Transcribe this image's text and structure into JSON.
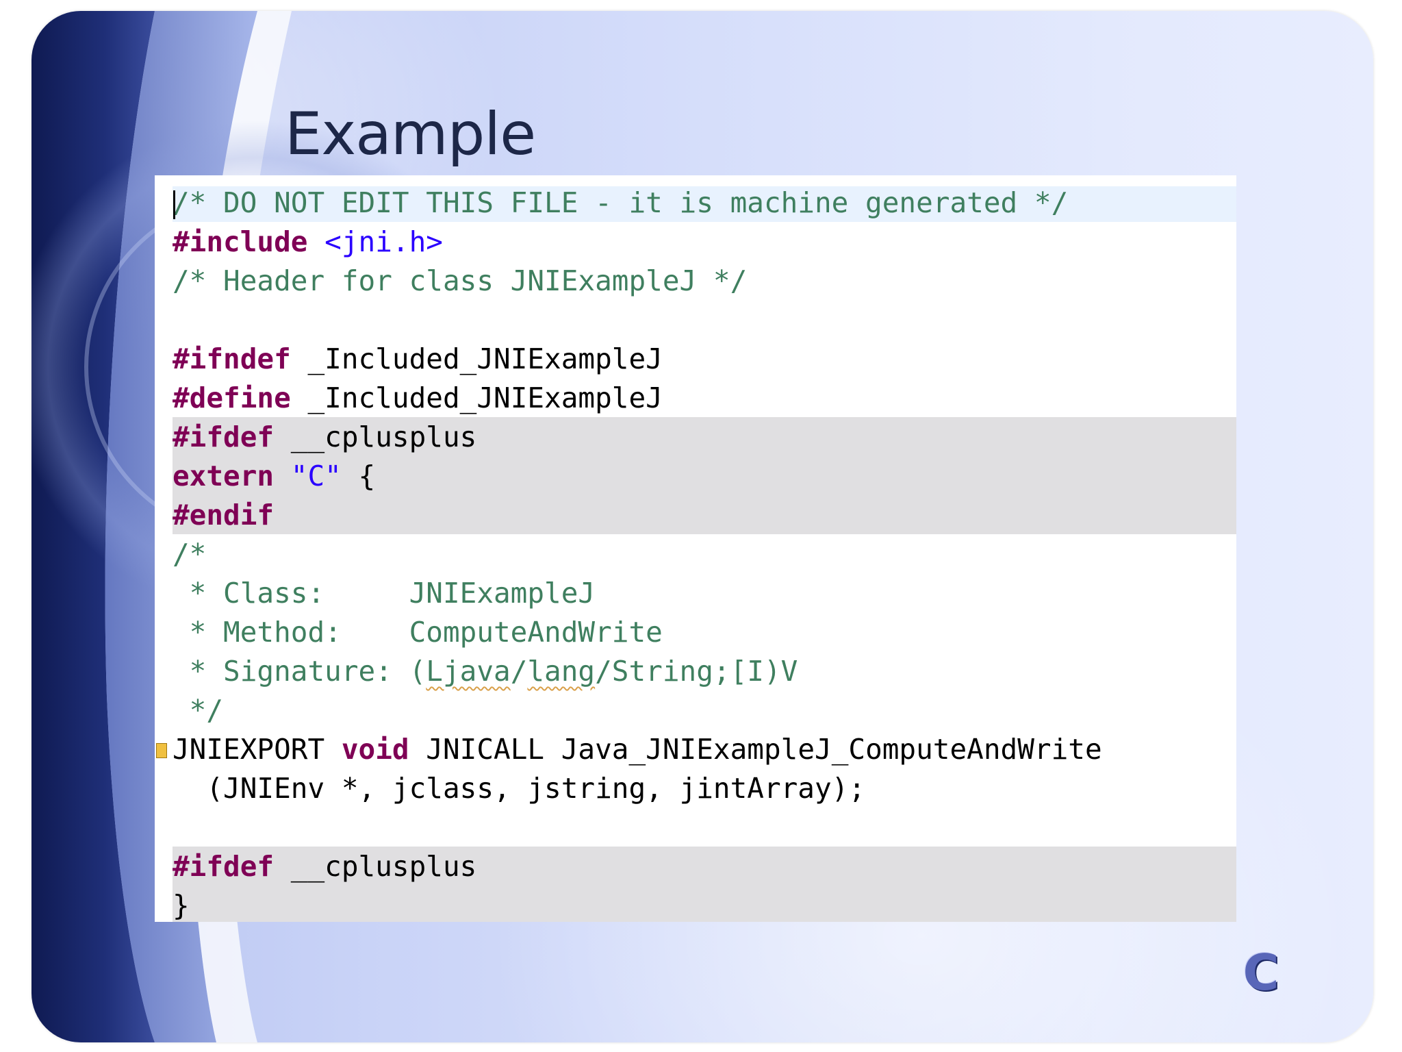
{
  "slide": {
    "title": "Example",
    "logo_letter": "C"
  },
  "code": {
    "lines": [
      [
        {
          "t": "cm",
          "v": "/* DO NOT EDIT THIS FILE - it is machine generated */"
        }
      ],
      [
        {
          "t": "kw",
          "v": "#include"
        },
        {
          "t": "plain",
          "v": " "
        },
        {
          "t": "str",
          "v": "<jni.h>"
        }
      ],
      [
        {
          "t": "cm",
          "v": "/* Header for class JNIExampleJ */"
        }
      ],
      [
        {
          "t": "plain",
          "v": ""
        }
      ],
      [
        {
          "t": "kw",
          "v": "#ifndef"
        },
        {
          "t": "plain",
          "v": " _Included_JNIExampleJ"
        }
      ],
      [
        {
          "t": "kw",
          "v": "#define"
        },
        {
          "t": "plain",
          "v": " _Included_JNIExampleJ"
        }
      ],
      [
        {
          "t": "kw",
          "v": "#ifdef"
        },
        {
          "t": "plain",
          "v": " __cplusplus"
        }
      ],
      [
        {
          "t": "kw",
          "v": "extern"
        },
        {
          "t": "plain",
          "v": " "
        },
        {
          "t": "str",
          "v": "\"C\""
        },
        {
          "t": "plain",
          "v": " {"
        }
      ],
      [
        {
          "t": "kw",
          "v": "#endif"
        }
      ],
      [
        {
          "t": "cm",
          "v": "/*"
        }
      ],
      [
        {
          "t": "cm",
          "v": " * Class:     JNIExampleJ"
        }
      ],
      [
        {
          "t": "cm",
          "v": " * Method:    ComputeAndWrite"
        }
      ],
      [
        {
          "t": "cm",
          "v": " * Signature: ("
        },
        {
          "t": "cm-squig",
          "v": "Ljava"
        },
        {
          "t": "cm",
          "v": "/"
        },
        {
          "t": "cm-squig",
          "v": "lang"
        },
        {
          "t": "cm",
          "v": "/String;[I)V"
        }
      ],
      [
        {
          "t": "cm",
          "v": " */"
        }
      ],
      [
        {
          "t": "plain",
          "v": "JNIEXPORT "
        },
        {
          "t": "kw",
          "v": "void"
        },
        {
          "t": "plain",
          "v": " JNICALL Java_JNIExampleJ_ComputeAndWrite"
        }
      ],
      [
        {
          "t": "plain",
          "v": "  (JNIEnv *, jclass, jstring, jintArray);"
        }
      ],
      [
        {
          "t": "plain",
          "v": ""
        }
      ],
      [
        {
          "t": "kw",
          "v": "#ifdef"
        },
        {
          "t": "plain",
          "v": " __cplusplus"
        }
      ],
      [
        {
          "t": "plain",
          "v": "}"
        }
      ]
    ]
  },
  "colors": {
    "keyword": "#7f0055",
    "comment": "#3f7f5f",
    "string": "#2a00ff",
    "highlight_band": "#e0dfe1",
    "title": "#1d2748"
  }
}
